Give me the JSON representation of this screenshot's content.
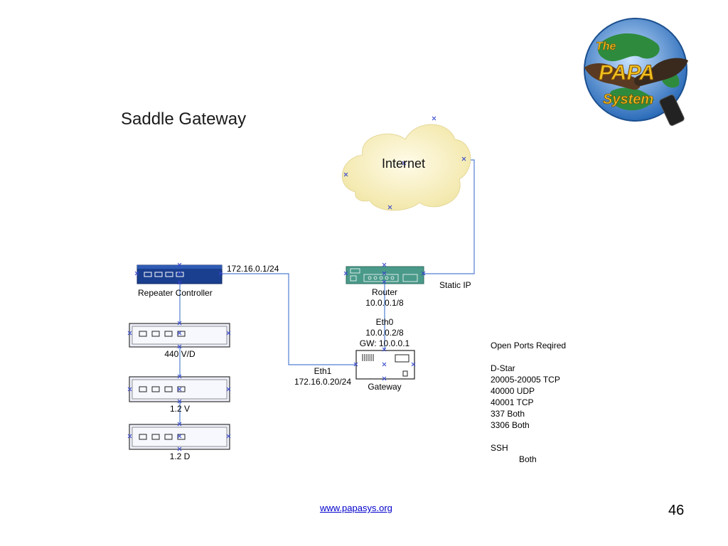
{
  "slide": {
    "title": "Saddle Gateway",
    "page_number": "46",
    "footer_link": "www.papasys.org"
  },
  "logo": {
    "text_line1": "The",
    "text_line2": "PAPA",
    "text_line3": "System"
  },
  "cloud": {
    "label": "Internet"
  },
  "devices": {
    "repeater_controller": "Repeater Controller",
    "unit_440": "440 V/D",
    "unit_12v": "1.2 V",
    "unit_12d": "1.2 D",
    "router_line1": "Router",
    "router_line2": "10.0.0.1/8",
    "gateway": "Gateway"
  },
  "links": {
    "rc_ip": "172.16.0.1/24",
    "static_ip": "Static IP",
    "eth0_line1": "Eth0",
    "eth0_line2": "10.0.0.2/8",
    "eth0_line3": "GW: 10.0.0.1",
    "eth1_line1": "Eth1",
    "eth1_line2": "172.16.0.20/24"
  },
  "ports": {
    "heading": "Open Ports Reqired",
    "dstar_heading": "D-Star",
    "dstar_items": [
      "20005-20005 TCP",
      "40000 UDP",
      "40001 TCP",
      "337 Both",
      "3306 Both"
    ],
    "ssh_heading": "SSH",
    "ssh_value": "Both"
  },
  "colors": {
    "line": "#4f7fd0",
    "controller": "#1b3f8f",
    "router": "#4a9a8a",
    "marker": "#3344cc"
  }
}
